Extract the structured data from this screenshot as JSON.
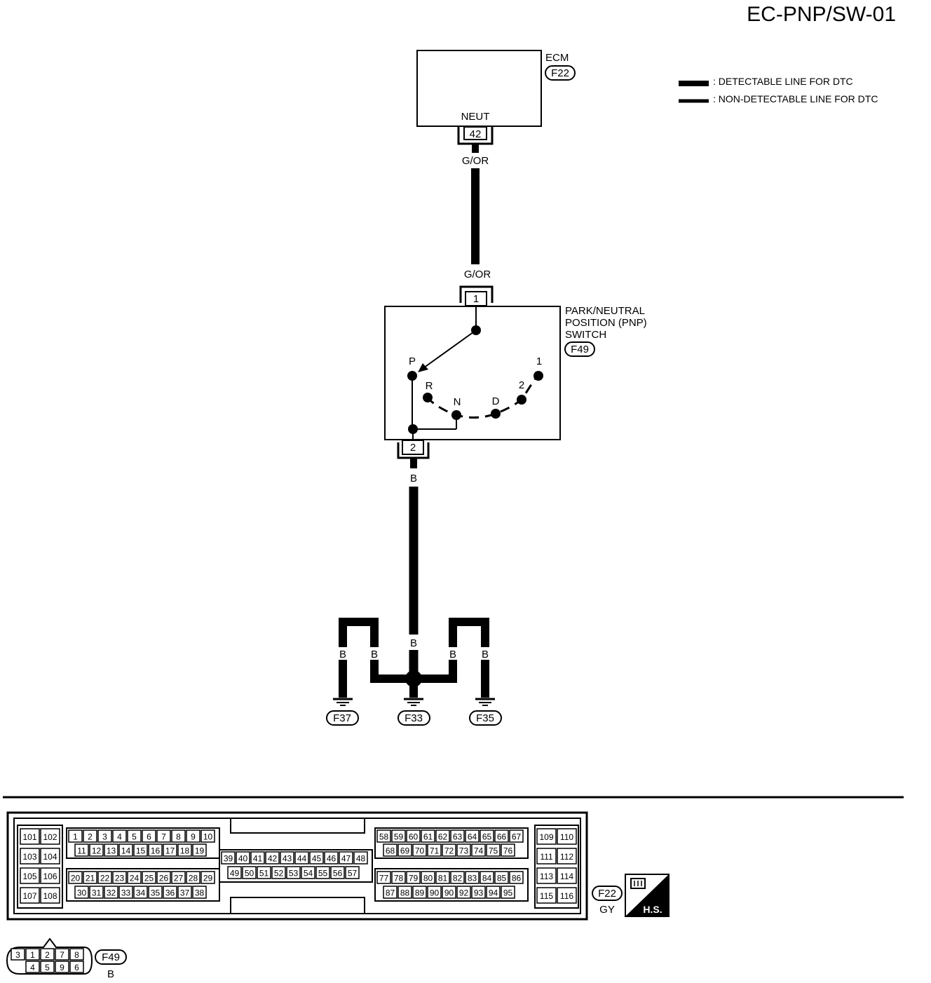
{
  "page_code": "EC-PNP/SW-01",
  "legend": {
    "detectable": ": DETECTABLE LINE FOR DTC",
    "non_detectable": ": NON-DETECTABLE LINE FOR DTC"
  },
  "ecm": {
    "name": "ECM",
    "connector": "F22",
    "terminal_label": "NEUT",
    "pin": "42"
  },
  "wire_ecm_to_switch": {
    "color_top": "G/OR",
    "color_bottom": "G/OR"
  },
  "pnp_switch": {
    "name_lines": [
      "PARK/NEUTRAL",
      "POSITION (PNP)",
      "SWITCH"
    ],
    "connector": "F49",
    "pin_in": "1",
    "pin_out": "2",
    "positions": [
      "P",
      "R",
      "N",
      "D",
      "2",
      "1"
    ]
  },
  "wire_switch_to_ground": {
    "color": "B",
    "branch_colors": [
      "B",
      "B",
      "B",
      "B",
      "B"
    ]
  },
  "grounds": [
    "F37",
    "F33",
    "F35"
  ],
  "ecm_connector_face": {
    "connector": "F22",
    "color": "GY",
    "badge": "H.S.",
    "left_pairs": [
      [
        "101",
        "102"
      ],
      [
        "103",
        "104"
      ],
      [
        "105",
        "106"
      ],
      [
        "107",
        "108"
      ]
    ],
    "row_a1": [
      "1",
      "2",
      "3",
      "4",
      "5",
      "6",
      "7",
      "8",
      "9",
      "10"
    ],
    "row_a2": [
      "11",
      "12",
      "13",
      "14",
      "15",
      "16",
      "17",
      "18",
      "19"
    ],
    "row_b1": [
      "20",
      "21",
      "22",
      "23",
      "24",
      "25",
      "26",
      "27",
      "28",
      "29"
    ],
    "row_b2": [
      "30",
      "31",
      "32",
      "33",
      "34",
      "35",
      "36",
      "37",
      "38"
    ],
    "mid_row1": [
      "39",
      "40",
      "41",
      "42",
      "43",
      "44",
      "45",
      "46",
      "47",
      "48"
    ],
    "mid_row2": [
      "49",
      "50",
      "51",
      "52",
      "53",
      "54",
      "55",
      "56",
      "57"
    ],
    "row_c1": [
      "58",
      "59",
      "60",
      "61",
      "62",
      "63",
      "64",
      "65",
      "66",
      "67"
    ],
    "row_c2": [
      "68",
      "69",
      "70",
      "71",
      "72",
      "73",
      "74",
      "75",
      "76"
    ],
    "row_d1": [
      "77",
      "78",
      "79",
      "80",
      "81",
      "82",
      "83",
      "84",
      "85",
      "86"
    ],
    "row_d2": [
      "87",
      "88",
      "89",
      "90",
      "90",
      "92",
      "93",
      "94",
      "95"
    ],
    "right_pairs": [
      [
        "109",
        "110"
      ],
      [
        "111",
        "112"
      ],
      [
        "113",
        "114"
      ],
      [
        "115",
        "116"
      ]
    ]
  },
  "pnp_connector_face": {
    "connector": "F49",
    "color": "B",
    "top_row": [
      "3",
      "1",
      "2",
      "7",
      "8"
    ],
    "bottom_row": [
      "4",
      "5",
      "9",
      "6"
    ]
  }
}
